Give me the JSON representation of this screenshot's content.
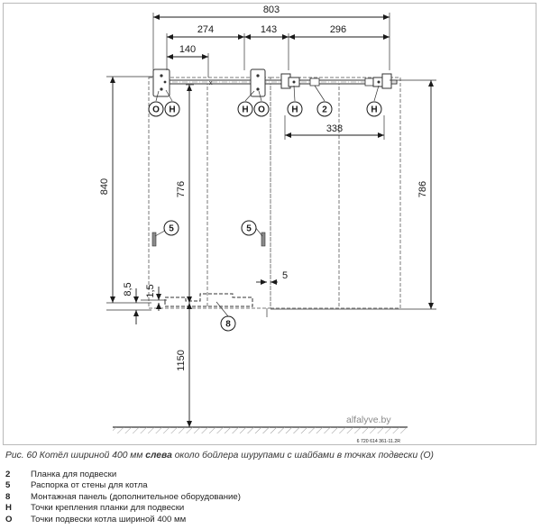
{
  "diagram": {
    "dimensions": {
      "total_width": "803",
      "width_274": "274",
      "width_143": "143",
      "width_296": "296",
      "width_140": "140",
      "width_338": "338",
      "height_840": "840",
      "height_776": "776",
      "height_786": "786",
      "height_1150": "1150",
      "offset_8_5": "8,5",
      "offset_1_5": "1,5",
      "gap_5": "5"
    },
    "markers": {
      "O": "O",
      "H": "H",
      "two": "2",
      "five": "5",
      "eight": "8"
    },
    "watermark": "alfalyve.by",
    "doc_code": "6 720 614 361-11.2R"
  },
  "caption": {
    "prefix": "Рис. 60  Котёл шириной 400 мм ",
    "bold": "слева",
    "suffix": " около бойлера шурупами с шайбами в точках подвески (O)"
  },
  "legend": [
    {
      "key": "2",
      "text": "Планка для подвески"
    },
    {
      "key": "5",
      "text": "Распорка от стены для котла"
    },
    {
      "key": "8",
      "text": "Монтажная панель (дополнительное оборудование)"
    },
    {
      "key": "H",
      "text": "Точки крепления планки для подвески"
    },
    {
      "key": "O",
      "text": "Точки подвески котла шириной 400 мм"
    }
  ]
}
